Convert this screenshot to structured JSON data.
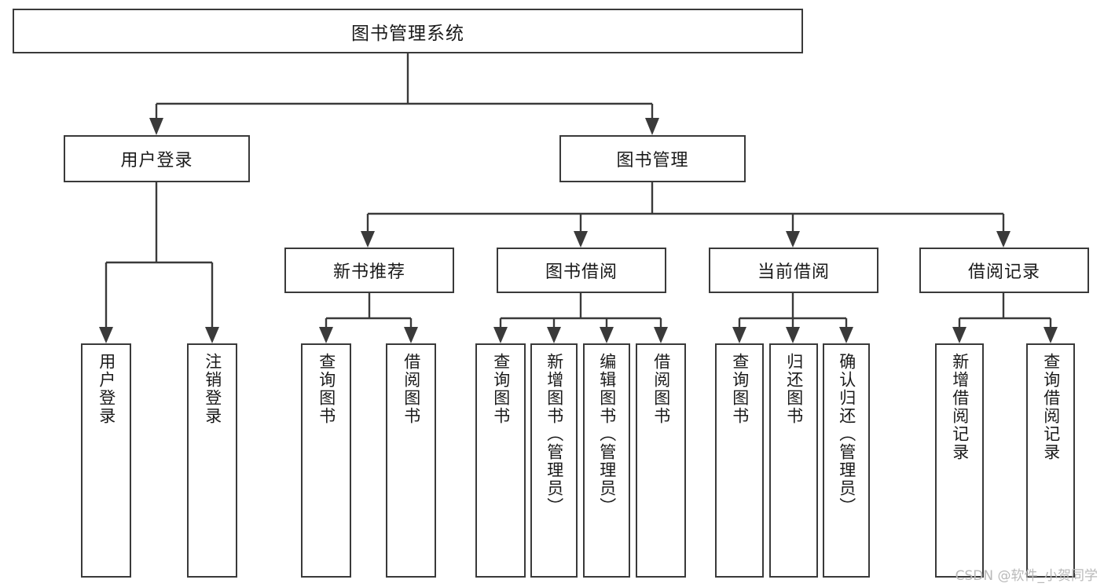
{
  "diagram": {
    "title": "图书管理系统",
    "type": "tree",
    "watermark": "CSDN @软件_小贺同学",
    "colors": {
      "background": "#ffffff",
      "stroke": "#3a3a3a",
      "text": "#1a1a1a",
      "watermark": "#b9b9b9"
    },
    "root": {
      "label": "图书管理系统"
    },
    "level2": [
      {
        "label": "用户登录"
      },
      {
        "label": "图书管理"
      }
    ],
    "level3": [
      {
        "label": "新书推荐"
      },
      {
        "label": "图书借阅"
      },
      {
        "label": "当前借阅"
      },
      {
        "label": "借阅记录"
      }
    ],
    "leaves": {
      "user_login": [
        {
          "label": "用户登录"
        },
        {
          "label": "注销登录"
        }
      ],
      "new_book_recommend": [
        {
          "label": "查询图书"
        },
        {
          "label": "借阅图书"
        }
      ],
      "book_borrow": [
        {
          "label": "查询图书"
        },
        {
          "label": "新增图书（管理员）"
        },
        {
          "label": "编辑图书（管理员）"
        },
        {
          "label": "借阅图书"
        }
      ],
      "current_borrow": [
        {
          "label": "查询图书"
        },
        {
          "label": "归还图书"
        },
        {
          "label": "确认归还（管理员）"
        }
      ],
      "borrow_record": [
        {
          "label": "新增借阅记录"
        },
        {
          "label": "查询借阅记录"
        }
      ]
    }
  }
}
